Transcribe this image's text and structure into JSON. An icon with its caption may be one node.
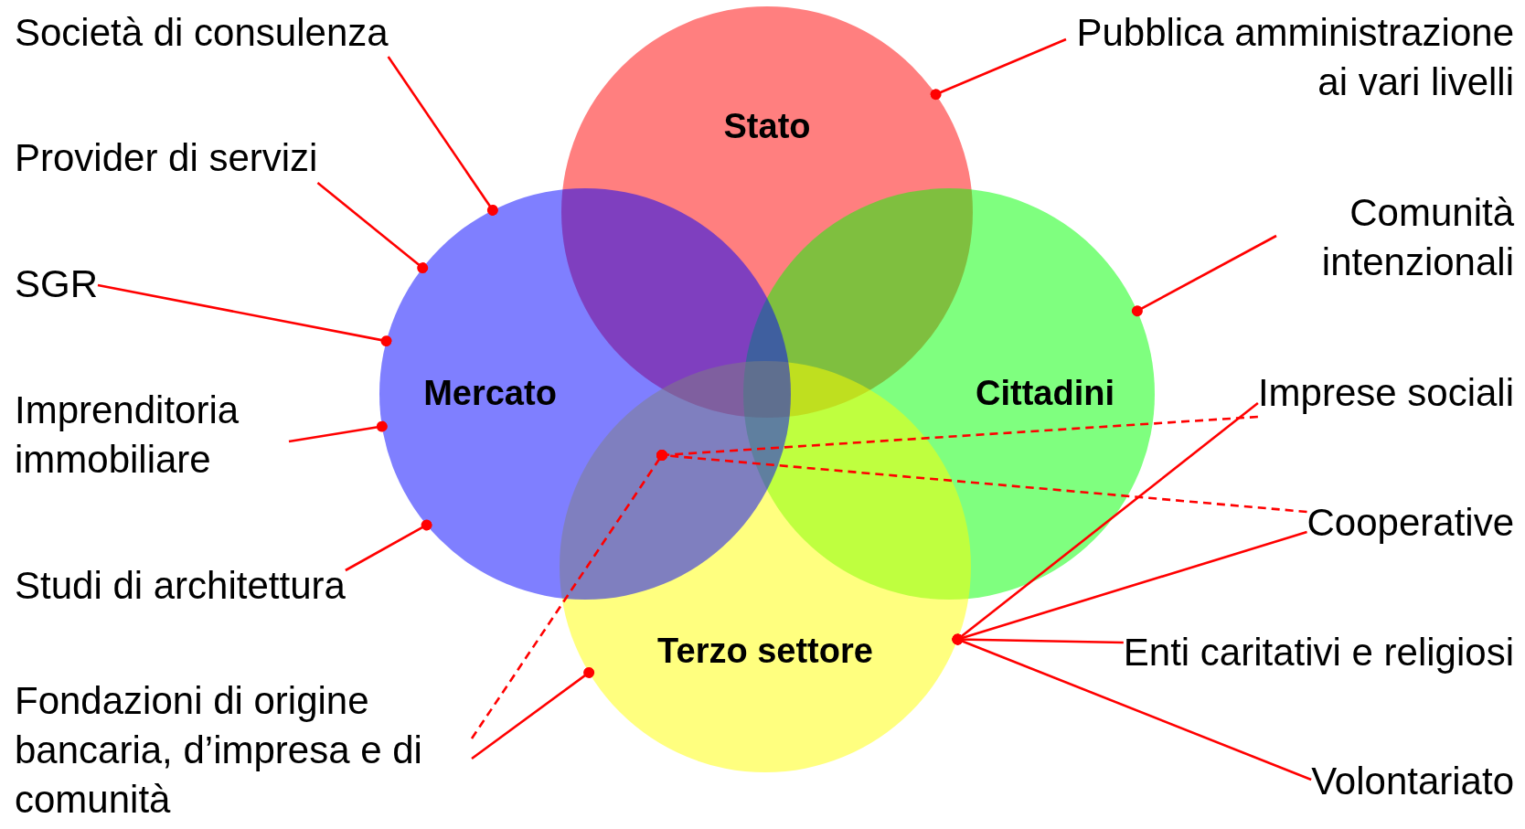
{
  "diagram": {
    "nodes": [
      {
        "text": [
          "Stato"
        ]
      },
      {
        "text": [
          "Mercato"
        ]
      },
      {
        "text": [
          "Cittadini"
        ]
      },
      {
        "text": [
          "Terzo settore"
        ]
      },
      {
        "text": [
          "Società di consulenza"
        ]
      },
      {
        "text": [
          "Provider di servizi"
        ]
      },
      {
        "text": [
          "SGR"
        ]
      },
      {
        "text": [
          "Imprenditoria immobiliare"
        ]
      },
      {
        "text": [
          "Studi di architettura"
        ]
      },
      {
        "text": [
          "Fondazioni di origine bancaria, d’impresa e di comunità"
        ]
      },
      {
        "text": [
          "Pubblica amministrazione ai vari livelli"
        ]
      },
      {
        "text": [
          "Comunità intenzionali"
        ]
      },
      {
        "text": [
          "Imprese sociali"
        ]
      },
      {
        "text": [
          "Cooperative"
        ]
      },
      {
        "text": [
          "Enti caritativi e religiosi"
        ]
      },
      {
        "text": [
          "Volontariato"
        ]
      }
    ],
    "edges": [
      {
        "from": 4,
        "to": 1,
        "arrow": "other"
      },
      {
        "from": 5,
        "to": 1,
        "arrow": "other"
      },
      {
        "from": 6,
        "to": 1,
        "arrow": "other"
      },
      {
        "from": 7,
        "to": 1,
        "arrow": "other"
      },
      {
        "from": 8,
        "to": 1,
        "arrow": "other"
      },
      {
        "from": 9,
        "to": 3,
        "arrow": "other"
      },
      {
        "from": 9,
        "to": 1,
        "arrow": "other",
        "style": "dashed"
      },
      {
        "from": 10,
        "to": 0,
        "arrow": "other"
      },
      {
        "from": 11,
        "to": 2,
        "arrow": "other"
      },
      {
        "from": 12,
        "to": 3,
        "arrow": "other"
      },
      {
        "from": 12,
        "to": 1,
        "arrow": "other",
        "style": "dashed"
      },
      {
        "from": 13,
        "to": 3,
        "arrow": "other"
      },
      {
        "from": 13,
        "to": 1,
        "arrow": "other",
        "style": "dashed"
      },
      {
        "from": 14,
        "to": 3,
        "arrow": "other"
      },
      {
        "from": 15,
        "to": 3,
        "arrow": "other"
      }
    ]
  }
}
